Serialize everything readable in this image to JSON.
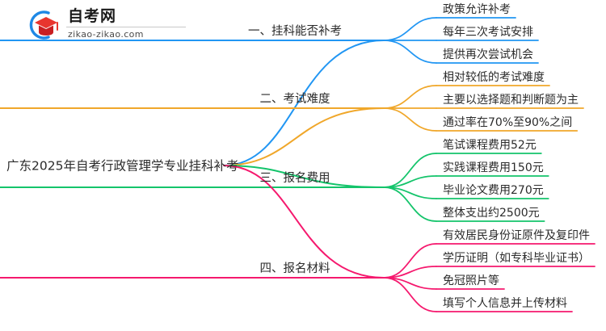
{
  "logo": {
    "title": "自考网",
    "domain": "zikao-zikao.com",
    "mark_icon": "graduation-cap-icon",
    "arc_color": "#1E88E5",
    "cap_color": "#E8352E"
  },
  "mindmap": {
    "root": {
      "label": "广东2025年自考行政管理学专业挂科补考"
    },
    "branches": [
      {
        "label": "一、挂科能否补考",
        "color": "#2196F3",
        "children": [
          {
            "label": "政策允许补考"
          },
          {
            "label": "每年三次考试安排"
          },
          {
            "label": "提供再次尝试机会"
          }
        ]
      },
      {
        "label": "二、考试难度",
        "color": "#F0A72A",
        "children": [
          {
            "label": "相对较低的考试难度"
          },
          {
            "label": "主要以选择题和判断题为主"
          },
          {
            "label": "通过率在70%至90%之间"
          }
        ]
      },
      {
        "label": "三、报名费用",
        "color": "#14C46B",
        "children": [
          {
            "label": "笔试课程费用52元"
          },
          {
            "label": "实践课程费用150元"
          },
          {
            "label": "毕业论文费用270元"
          },
          {
            "label": "整体支出约2500元"
          }
        ]
      },
      {
        "label": "四、报名材料",
        "color": "#F5196E",
        "children": [
          {
            "label": "有效居民身份证原件及复印件"
          },
          {
            "label": "学历证明（如专科毕业证书）"
          },
          {
            "label": "免冠照片等"
          },
          {
            "label": "填写个人信息并上传材料"
          }
        ]
      }
    ]
  }
}
